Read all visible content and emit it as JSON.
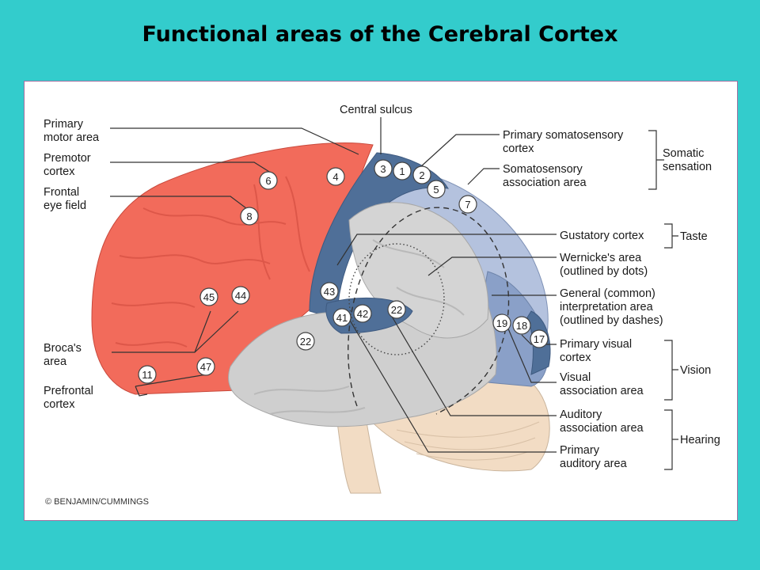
{
  "title": "Functional areas of the Cerebral Cortex",
  "credit": "© BENJAMIN/CUMMINGS",
  "colors": {
    "background": "#33cccc",
    "motor_frontal": "#f26b5b",
    "sensory": "#8aa0c8",
    "sensory_light": "#b4c2de",
    "primary_cortex": "#4f6f98",
    "temporal_gray": "#cfcfcf",
    "cerebellum": "#f2dcc4"
  },
  "left_labels": {
    "primary_motor": [
      "Primary",
      "motor area"
    ],
    "premotor": [
      "Premotor",
      "cortex"
    ],
    "frontal_eye": [
      "Frontal",
      "eye field"
    ],
    "broca": [
      "Broca's",
      "area"
    ],
    "prefrontal": [
      "Prefrontal",
      "cortex"
    ]
  },
  "top_label": "Central sulcus",
  "right_labels": {
    "primary_somatosensory": [
      "Primary somatosensory",
      "cortex"
    ],
    "somatosensory_assoc": [
      "Somatosensory",
      "association area"
    ],
    "gustatory": "Gustatory cortex",
    "wernicke": [
      "Wernicke's area",
      "(outlined by dots)"
    ],
    "general_interpretation": [
      "General (common)",
      "interpretation area",
      "(outlined by dashes)"
    ],
    "primary_visual": [
      "Primary visual",
      "cortex"
    ],
    "visual_assoc": [
      "Visual",
      "association area"
    ],
    "auditory_assoc": [
      "Auditory",
      "association area"
    ],
    "primary_auditory": [
      "Primary",
      "auditory area"
    ]
  },
  "groups": {
    "somatic": [
      "Somatic",
      "sensation"
    ],
    "taste": "Taste",
    "vision": "Vision",
    "hearing": "Hearing"
  },
  "brodmann_numbers": {
    "a3": "3",
    "a1": "1",
    "a2": "2",
    "a5": "5",
    "a7": "7",
    "a6": "6",
    "a4": "4",
    "a8": "8",
    "a45": "45",
    "a44": "44",
    "a43": "43",
    "a41": "41",
    "a42": "42",
    "a22a": "22",
    "a22b": "22",
    "a19": "19",
    "a18": "18",
    "a17": "17",
    "a11": "11",
    "a47": "47"
  }
}
